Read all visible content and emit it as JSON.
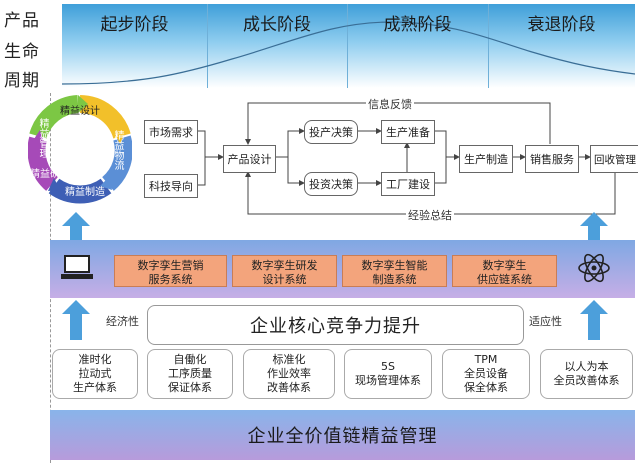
{
  "left_labels": [
    "产品",
    "生命",
    "周期"
  ],
  "stages": [
    "起步阶段",
    "成长阶段",
    "成熟阶段",
    "衰退阶段"
  ],
  "cycle": {
    "segments": [
      "精益设计",
      "精益物流",
      "精益制造",
      "精益研发",
      "精益管理"
    ]
  },
  "flow": {
    "market_demand": "市场需求",
    "tech_guide": "科技导向",
    "product_design": "产品设计",
    "invest_decision_top": "投产决策",
    "invest_decision_bottom": "投资决策",
    "production_prep": "生产准备",
    "factory_build": "工厂建设",
    "production_mfg": "生产制造",
    "sales_service": "销售服务",
    "recycle_mgmt": "回收管理",
    "info_feedback": "信息反馈",
    "experience_summary": "经验总结"
  },
  "systems": [
    {
      "line1": "数字孪生营销",
      "line2": "服务系统"
    },
    {
      "line1": "数字孪生研发",
      "line2": "设计系统"
    },
    {
      "line1": "数字孪生智能",
      "line2": "制造系统"
    },
    {
      "line1": "数字孪生",
      "line2": "供应链系统"
    }
  ],
  "icons": {
    "left": "laptop-icon",
    "right": "atom-icon"
  },
  "core": {
    "title": "企业核心竞争力提升",
    "left_tag": "经济性",
    "right_tag": "适应性"
  },
  "subsystems": [
    {
      "lines": [
        "准时化",
        "拉动式",
        "生产体系"
      ]
    },
    {
      "lines": [
        "自働化",
        "工序质量",
        "保证体系"
      ]
    },
    {
      "lines": [
        "标准化",
        "作业效率",
        "改善体系"
      ]
    },
    {
      "lines": [
        "5S",
        "现场管理体系"
      ]
    },
    {
      "lines": [
        "TPM",
        "全员设备",
        "保全体系"
      ]
    },
    {
      "lines": [
        "以人为本",
        "全员改善体系"
      ]
    }
  ],
  "bottom": {
    "title": "企业全价值链精益管理"
  },
  "colors": {
    "stage_band": "#3f9fd9",
    "system_box": "#f3a47c",
    "middle_band_top": "#7fa8e3",
    "middle_band_bottom": "#c6aee6",
    "bottom_band": "#a9a6e3",
    "arrow": "#4c9fdb"
  }
}
